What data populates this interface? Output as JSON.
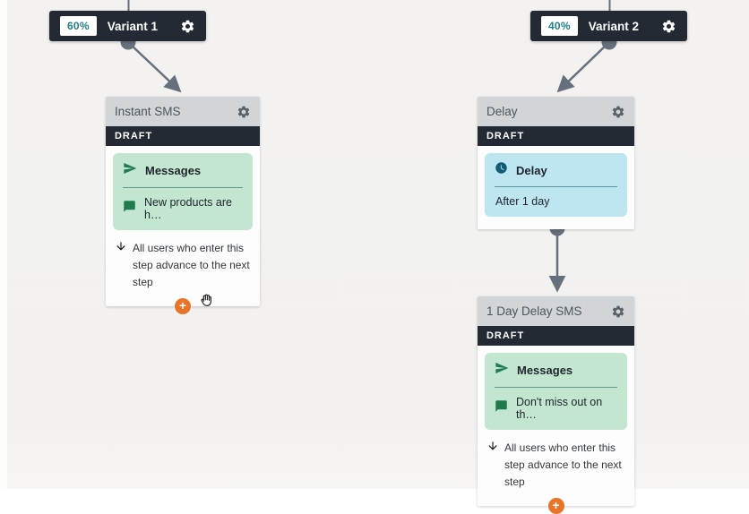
{
  "canvas": {
    "background_color": "#f2f1ef",
    "connector_color": "#66707c"
  },
  "colors": {
    "node_dark": "#232a34",
    "badge_teal_text": "#1f7f87",
    "header_gray": "#d2d5d7",
    "messages_module_bg": "#c2e6d0",
    "messages_icon_green": "#1f7a4e",
    "delay_module_bg": "#bee6f1",
    "delay_icon_teal": "#125d73",
    "add_button_orange": "#e97326"
  },
  "icons": {
    "settings": "gear",
    "messages": "paper-plane",
    "sms_preview": "speech-bubble",
    "delay": "clock",
    "advance": "arrow-down",
    "add": "+",
    "cursor": "open-hand"
  },
  "variant_nodes": [
    {
      "percent": "60%",
      "label": "Variant 1"
    },
    {
      "percent": "40%",
      "label": "Variant 2"
    }
  ],
  "cards": [
    {
      "title": "Instant SMS",
      "status": "DRAFT",
      "module_title": "Messages",
      "module_detail": "New products are h…",
      "footer": "All users who enter this step advance to the next step"
    },
    {
      "title": "Delay",
      "status": "DRAFT",
      "module_title": "Delay",
      "module_detail": "After 1 day"
    },
    {
      "title": "1 Day Delay SMS",
      "status": "DRAFT",
      "module_title": "Messages",
      "module_detail": "Don't miss out on th…",
      "footer": "All users who enter this step advance to the next step"
    }
  ]
}
